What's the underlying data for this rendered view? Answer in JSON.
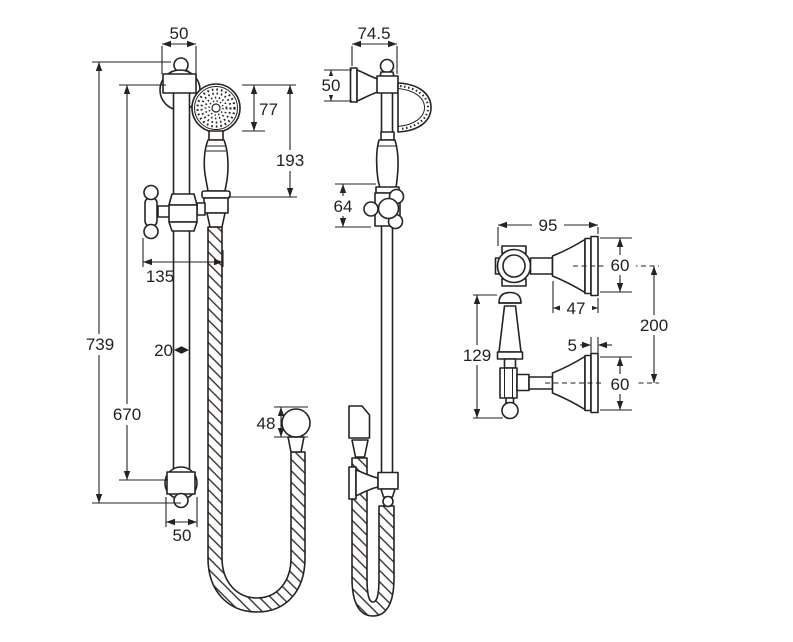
{
  "colors": {
    "line": "#231f20",
    "background": "#ffffff"
  },
  "front_view": {
    "dims": {
      "top_bracket_width": "50",
      "handset_head_diameter": "77",
      "head_to_holder": "193",
      "slider_handle_offset": "135",
      "overall_height": "739",
      "rail_diameter": "20",
      "bracket_centres": "670",
      "outlet_elbow_diameter": "48",
      "bottom_bracket_width": "50"
    }
  },
  "side_view": {
    "dims": {
      "wall_depth": "74.5",
      "flange_diameter": "50",
      "slider_height": "64"
    }
  },
  "valves": {
    "dims": {
      "valve_overall_width": "95",
      "upper_escutcheon_diameter": "60",
      "escutcheon_depth": "47",
      "valve_centres": "200",
      "wall_plate_thickness": "5",
      "lever_height": "129",
      "lower_escutcheon_diameter": "60"
    }
  }
}
